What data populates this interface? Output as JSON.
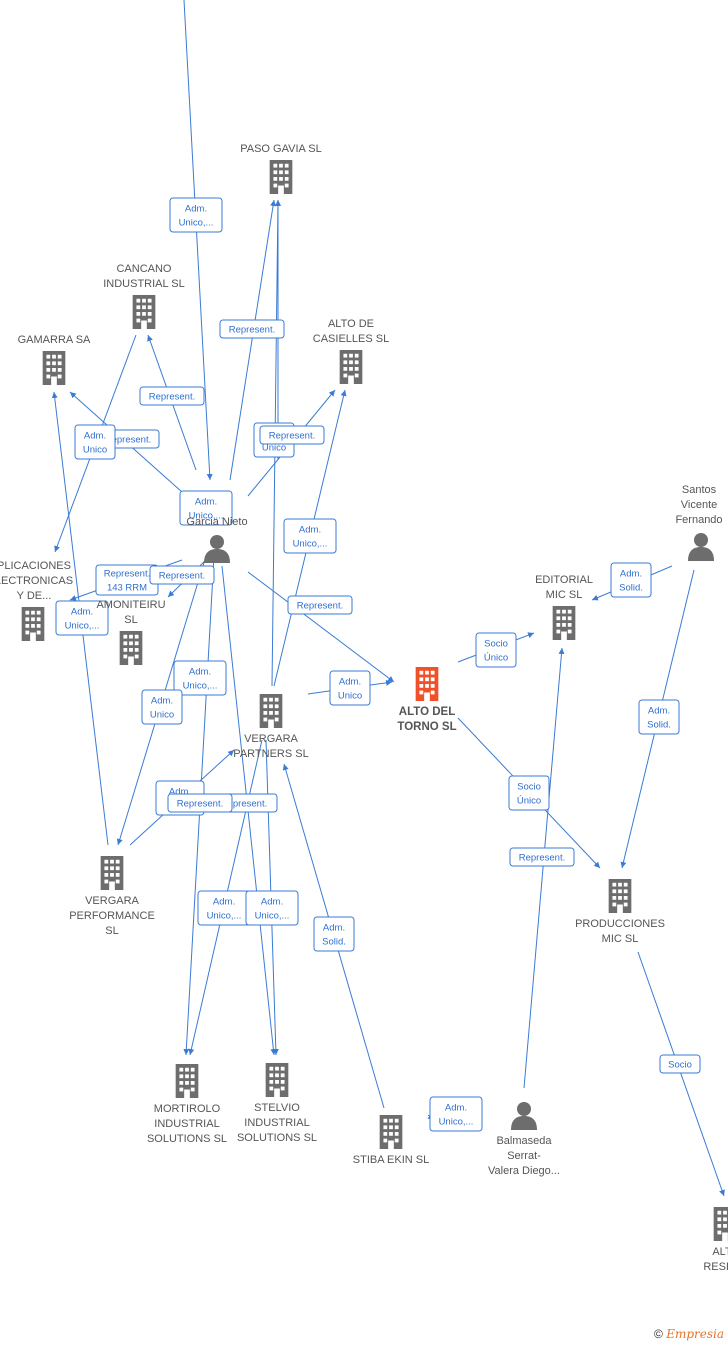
{
  "nodes": [
    {
      "id": "paso",
      "type": "company",
      "lines": [
        "PASO GAVIA  SL"
      ]
    },
    {
      "id": "cancano",
      "type": "company",
      "lines": [
        "CANCANO",
        "INDUSTRIAL  SL"
      ]
    },
    {
      "id": "gamarra",
      "type": "company",
      "lines": [
        "GAMARRA SA"
      ]
    },
    {
      "id": "casielles",
      "type": "company",
      "lines": [
        "ALTO DE",
        "CASIELLES  SL"
      ]
    },
    {
      "id": "garcia",
      "type": "person",
      "lines": [
        "Garcia Nieto"
      ]
    },
    {
      "id": "santos",
      "type": "person",
      "lines": [
        "Santos",
        "Vicente",
        "Fernando"
      ]
    },
    {
      "id": "aplic",
      "type": "company",
      "lines": [
        "PLICACIONES",
        "LECTRONICAS",
        "Y DE..."
      ]
    },
    {
      "id": "amoni",
      "type": "company",
      "lines": [
        "AMONITEIRU",
        "SL"
      ]
    },
    {
      "id": "editorial",
      "type": "company",
      "lines": [
        "EDITORIAL",
        "MIC SL"
      ]
    },
    {
      "id": "alto_torno",
      "type": "main",
      "lines": [
        "ALTO DEL",
        "TORNO  SL"
      ]
    },
    {
      "id": "vergara_p",
      "type": "company",
      "lines": [
        "VERGARA",
        "PARTNERS  SL"
      ]
    },
    {
      "id": "vergara_perf",
      "type": "company",
      "lines": [
        "VERGARA",
        "PERFORMANCE",
        "SL"
      ]
    },
    {
      "id": "producciones",
      "type": "company",
      "lines": [
        "PRODUCCIONES",
        "MIC SL"
      ]
    },
    {
      "id": "mortirolo",
      "type": "company",
      "lines": [
        "MORTIROLO",
        "INDUSTRIAL",
        "SOLUTIONS  SL"
      ]
    },
    {
      "id": "stelvio",
      "type": "company",
      "lines": [
        "STELVIO",
        "INDUSTRIAL",
        "SOLUTIONS  SL"
      ]
    },
    {
      "id": "stiba",
      "type": "company",
      "lines": [
        "STIBA EKIN  SL"
      ]
    },
    {
      "id": "balmaseda",
      "type": "person",
      "lines": [
        "Balmaseda",
        "Serrat-",
        "Valera Diego..."
      ]
    },
    {
      "id": "alt_research",
      "type": "company",
      "lines": [
        "ALT",
        "RESEA"
      ]
    }
  ],
  "edge_labels": [
    {
      "lines": [
        "Adm.",
        "Unico,..."
      ]
    },
    {
      "lines": [
        "Represent."
      ]
    },
    {
      "lines": [
        "Represent."
      ]
    },
    {
      "lines": [
        "Represent."
      ]
    },
    {
      "lines": [
        "Adm.",
        "Unico"
      ]
    },
    {
      "lines": [
        "Adm.",
        "Unico"
      ]
    },
    {
      "lines": [
        "Represent."
      ]
    },
    {
      "lines": [
        "Adm.",
        "Unico,..."
      ]
    },
    {
      "lines": [
        "Adm.",
        "Unico,..."
      ]
    },
    {
      "lines": [
        "Represent.",
        "143 RRM"
      ]
    },
    {
      "lines": [
        "Represent."
      ]
    },
    {
      "lines": [
        "Adm.",
        "Unico,..."
      ]
    },
    {
      "lines": [
        "Represent."
      ]
    },
    {
      "lines": [
        "Adm.",
        "Solid."
      ]
    },
    {
      "lines": [
        "Socio",
        "Único"
      ]
    },
    {
      "lines": [
        "Adm.",
        "Unico"
      ]
    },
    {
      "lines": [
        "Adm.",
        "Unico,..."
      ]
    },
    {
      "lines": [
        "Adm.",
        "Unico"
      ]
    },
    {
      "lines": [
        "Adm.",
        "Solid."
      ]
    },
    {
      "lines": [
        "Adm.",
        "S..."
      ]
    },
    {
      "lines": [
        "Represent."
      ]
    },
    {
      "lines": [
        "Represent."
      ]
    },
    {
      "lines": [
        "Socio",
        "Único"
      ]
    },
    {
      "lines": [
        "Represent."
      ]
    },
    {
      "lines": [
        "Adm.",
        "Unico,..."
      ]
    },
    {
      "lines": [
        "Adm.",
        "Unico,..."
      ]
    },
    {
      "lines": [
        "Adm.",
        "Solid."
      ]
    },
    {
      "lines": [
        "Adm.",
        "Unico,..."
      ]
    },
    {
      "lines": [
        "Socio"
      ]
    }
  ],
  "footer": {
    "copyright": "©",
    "brand": "Empresia"
  },
  "colors": {
    "edge": "#3a7bd5",
    "node": "#6d6d6d",
    "main": "#f0512a"
  }
}
